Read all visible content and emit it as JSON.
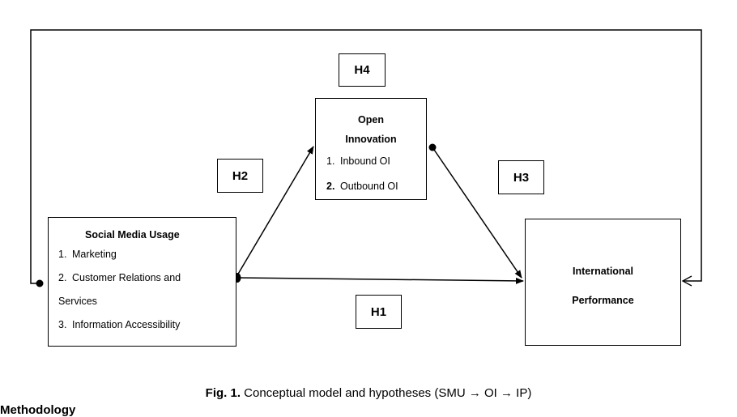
{
  "nodes": {
    "smu": {
      "title": "Social Media Usage",
      "items": [
        {
          "num": "1.",
          "text": "Marketing"
        },
        {
          "num": "2.",
          "text": "Customer Relations and"
        },
        {
          "num": "",
          "text": "Services"
        },
        {
          "num": "3.",
          "text": "Information Accessibility"
        }
      ]
    },
    "oi": {
      "title_line1": "Open",
      "title_line2": "Innovation",
      "items": [
        {
          "num": "1.",
          "text": "Inbound OI"
        },
        {
          "num": "2.",
          "text": "Outbound OI"
        }
      ]
    },
    "ip": {
      "title_line1": "International",
      "title_line2": "Performance"
    }
  },
  "hypotheses": {
    "h1": "H1",
    "h2": "H2",
    "h3": "H3",
    "h4": "H4"
  },
  "edges": [
    {
      "from": "Social Media Usage",
      "to": "Open Innovation",
      "label": "H2"
    },
    {
      "from": "Open Innovation",
      "to": "International Performance",
      "label": "H3"
    },
    {
      "from": "Social Media Usage",
      "to": "International Performance",
      "label": "H1"
    },
    {
      "from": "Social Media Usage",
      "to": "International Performance",
      "label": "H4",
      "route": "top loop"
    }
  ],
  "caption": {
    "label": "Fig. 1.",
    "text": " Conceptual model and hypotheses (SMU → OI → IP)"
  },
  "partial_heading": "Methodology",
  "colors": {
    "line": "#000000",
    "background": "#ffffff"
  }
}
